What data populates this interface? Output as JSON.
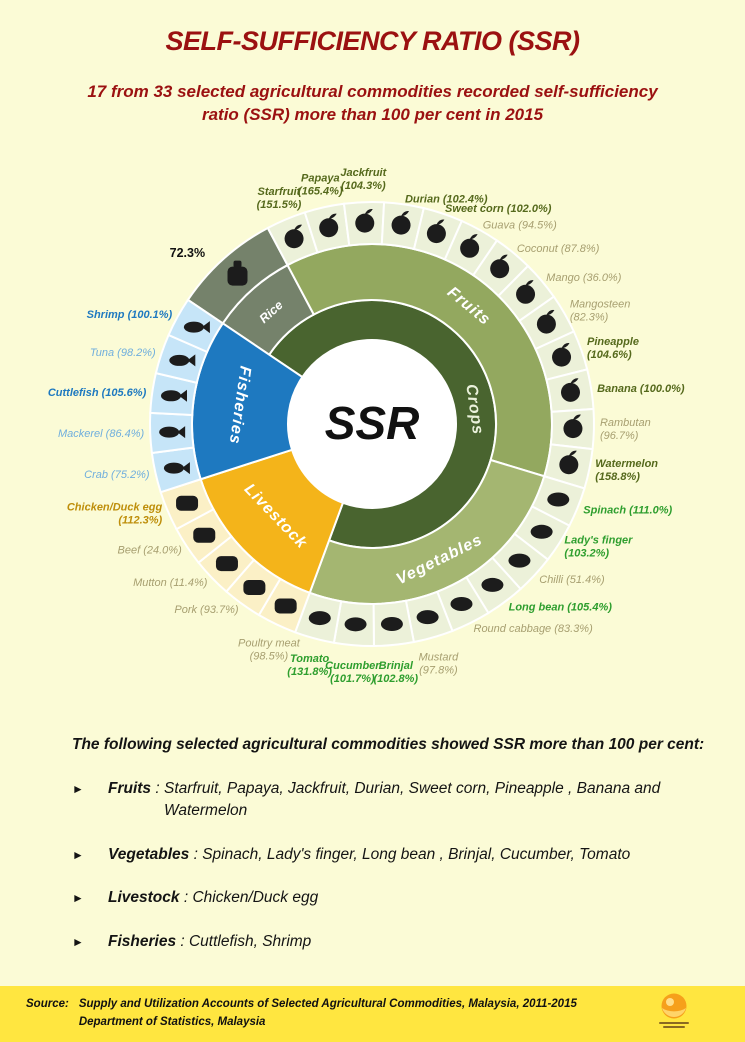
{
  "page": {
    "title": "SELF-SUFFICIENCY RATIO (SSR)",
    "subtitle": "17 from 33 selected agricultural commodities recorded self-sufficiency ratio (SSR) more than 100 per cent in 2015",
    "background_color": "#FBFBD6",
    "title_color": "#9B1111"
  },
  "chart_data": {
    "type": "pie",
    "variant": "donut-infographic",
    "center_label": "SSR",
    "units": "per cent",
    "emphasis_threshold_pct": 100,
    "inner_group": {
      "label": "Crops",
      "color": "#49642F",
      "members": [
        "Rice",
        "Fruits",
        "Vegetables"
      ]
    },
    "layout": {
      "start_deg": -56,
      "rice_span_deg": 28,
      "crops_label_deg": 82,
      "legend": "none",
      "labels": "radial-outside"
    },
    "categories": [
      {
        "name": "Rice",
        "in_crops": true,
        "band_color": "#75826B",
        "cell_color": "#75826B",
        "bold_label_color": "#111111",
        "muted_label_color": "#111111",
        "commodities": [
          {
            "name": "Rice",
            "ssr_pct": 72.3,
            "icon": "rice-sack-icon",
            "wrap": false
          }
        ]
      },
      {
        "name": "Fruits",
        "in_crops": true,
        "band_color": "#93A85F",
        "cell_color": "#ECF1D9",
        "bold_label_color": "#55691C",
        "muted_label_color": "#A79F70",
        "commodities": [
          {
            "name": "Starfruit",
            "ssr_pct": 151.5,
            "icon": "starfruit-icon",
            "wrap": true
          },
          {
            "name": "Papaya",
            "ssr_pct": 165.4,
            "icon": "papaya-icon",
            "wrap": true
          },
          {
            "name": "Jackfruit",
            "ssr_pct": 104.3,
            "icon": "jackfruit-icon",
            "wrap": true
          },
          {
            "name": "Durian",
            "ssr_pct": 102.4,
            "icon": "durian-icon",
            "wrap": false
          },
          {
            "name": "Sweet corn",
            "ssr_pct": 102.0,
            "icon": "sweet-corn-icon",
            "wrap": false
          },
          {
            "name": "Guava",
            "ssr_pct": 94.5,
            "icon": "guava-icon",
            "wrap": false
          },
          {
            "name": "Coconut",
            "ssr_pct": 87.8,
            "icon": "coconut-icon",
            "wrap": false
          },
          {
            "name": "Mango",
            "ssr_pct": 36.0,
            "icon": "mango-icon",
            "wrap": false
          },
          {
            "name": "Mangosteen",
            "ssr_pct": 82.3,
            "icon": "mangosteen-icon",
            "wrap": true
          },
          {
            "name": "Pineapple",
            "ssr_pct": 104.6,
            "icon": "pineapple-icon",
            "wrap": true
          },
          {
            "name": "Banana",
            "ssr_pct": 100.0,
            "icon": "banana-icon",
            "wrap": false
          },
          {
            "name": "Rambutan",
            "ssr_pct": 96.7,
            "icon": "rambutan-icon",
            "wrap": true
          },
          {
            "name": "Watermelon",
            "ssr_pct": 158.8,
            "icon": "watermelon-icon",
            "wrap": true
          }
        ]
      },
      {
        "name": "Vegetables",
        "in_crops": true,
        "band_color": "#A4B671",
        "cell_color": "#ECF1D9",
        "bold_label_color": "#2E9E2E",
        "muted_label_color": "#A79F70",
        "commodities": [
          {
            "name": "Spinach",
            "ssr_pct": 111.0,
            "icon": "spinach-icon",
            "wrap": false
          },
          {
            "name": "Lady's finger",
            "ssr_pct": 103.2,
            "icon": "ladys-finger-icon",
            "wrap": true
          },
          {
            "name": "Chilli",
            "ssr_pct": 51.4,
            "icon": "chilli-icon",
            "wrap": false
          },
          {
            "name": "Long bean",
            "ssr_pct": 105.4,
            "icon": "long-bean-icon",
            "wrap": false
          },
          {
            "name": "Round cabbage",
            "ssr_pct": 83.3,
            "icon": "round-cabbage-icon",
            "wrap": false
          },
          {
            "name": "Mustard",
            "ssr_pct": 97.8,
            "icon": "mustard-icon",
            "wrap": true
          },
          {
            "name": "Brinjal",
            "ssr_pct": 102.8,
            "icon": "brinjal-icon",
            "wrap": true
          },
          {
            "name": "Cucumber",
            "ssr_pct": 101.7,
            "icon": "cucumber-icon",
            "wrap": true
          },
          {
            "name": "Tomato",
            "ssr_pct": 131.8,
            "icon": "tomato-icon",
            "wrap": true
          }
        ]
      },
      {
        "name": "Livestock",
        "in_crops": false,
        "band_color": "#F4B41A",
        "cell_color": "#FBF0C6",
        "bold_label_color": "#BE8E0A",
        "muted_label_color": "#A79F70",
        "commodities": [
          {
            "name": "Poultry meat",
            "ssr_pct": 98.5,
            "icon": "poultry-meat-icon",
            "wrap": true
          },
          {
            "name": "Pork",
            "ssr_pct": 93.7,
            "icon": "pork-icon",
            "wrap": false
          },
          {
            "name": "Mutton",
            "ssr_pct": 11.4,
            "icon": "mutton-icon",
            "wrap": false
          },
          {
            "name": "Beef",
            "ssr_pct": 24.0,
            "icon": "beef-icon",
            "wrap": false
          },
          {
            "name": "Chicken/Duck egg",
            "ssr_pct": 112.3,
            "icon": "chicken-duck-egg-icon",
            "wrap": true
          }
        ]
      },
      {
        "name": "Fisheries",
        "in_crops": false,
        "band_color": "#1E79C0",
        "cell_color": "#C6E5F8",
        "bold_label_color": "#1E79C0",
        "muted_label_color": "#6FAEDD",
        "commodities": [
          {
            "name": "Crab",
            "ssr_pct": 75.2,
            "icon": "crab-icon",
            "wrap": false
          },
          {
            "name": "Mackerel",
            "ssr_pct": 86.4,
            "icon": "mackerel-icon",
            "wrap": false
          },
          {
            "name": "Cuttlefish",
            "ssr_pct": 105.6,
            "icon": "cuttlefish-icon",
            "wrap": false
          },
          {
            "name": "Tuna",
            "ssr_pct": 98.2,
            "icon": "tuna-icon",
            "wrap": false
          },
          {
            "name": "Shrimp",
            "ssr_pct": 100.1,
            "icon": "shrimp-icon",
            "wrap": false
          }
        ]
      }
    ]
  },
  "summary": {
    "intro": "The following selected agricultural commodities showed SSR more than 100 per cent:",
    "bullet_glyph": "►",
    "separator": ":",
    "items": [
      {
        "category": "Fruits",
        "list": "Starfruit, Papaya, Jackfruit, Durian, Sweet corn, Pineapple , Banana and Watermelon"
      },
      {
        "category": "Vegetables",
        "list": "Spinach, Lady's finger, Long bean , Brinjal, Cucumber, Tomato"
      },
      {
        "category": "Livestock",
        "list": "Chicken/Duck egg"
      },
      {
        "category": "Fisheries",
        "list": "Cuttlefish, Shrimp"
      }
    ]
  },
  "footer": {
    "source_label": "Source:",
    "line1": "Supply and Utilization Accounts of Selected Agricultural Commodities, Malaysia, 2011-2015",
    "line2": "Department of Statistics, Malaysia",
    "background_color": "#FFE640",
    "logo": "dosm-logo"
  }
}
